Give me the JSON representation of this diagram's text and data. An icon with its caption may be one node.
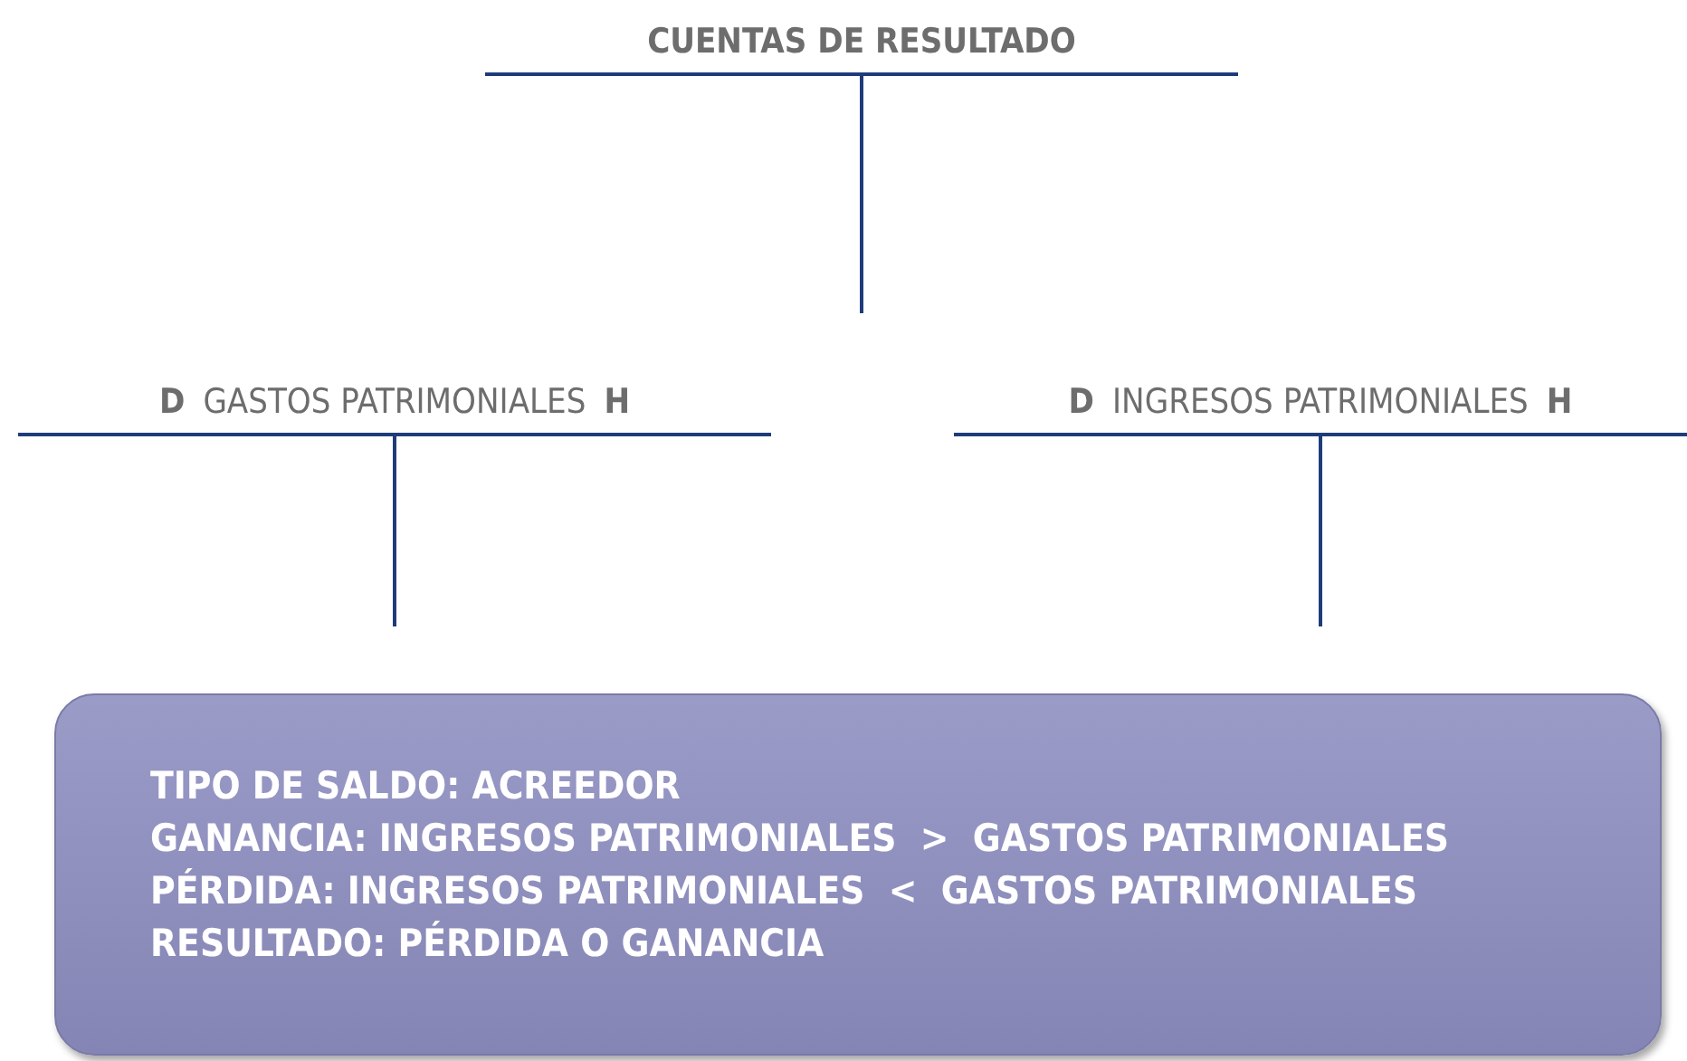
{
  "diagram": {
    "nodes": [
      {
        "text": [
          "CUENTAS DE RESULTADO"
        ]
      },
      {
        "text": [
          "D",
          "GASTOS PATRIMONIALES",
          "H"
        ]
      },
      {
        "text": [
          "D",
          "INGRESOS PATRIMONIALES",
          "H"
        ]
      },
      {
        "text": [
          "TIPO DE SALDO: ACREEDOR",
          "GANANCIA: INGRESOS PATRIMONIALES  >  GASTOS PATRIMONIALES",
          "PÉRDIDA: INGRESOS PATRIMONIALES  <  GASTOS PATRIMONIALES",
          "RESULTADO: PÉRDIDA O GANANCIA"
        ]
      }
    ],
    "edges": []
  }
}
